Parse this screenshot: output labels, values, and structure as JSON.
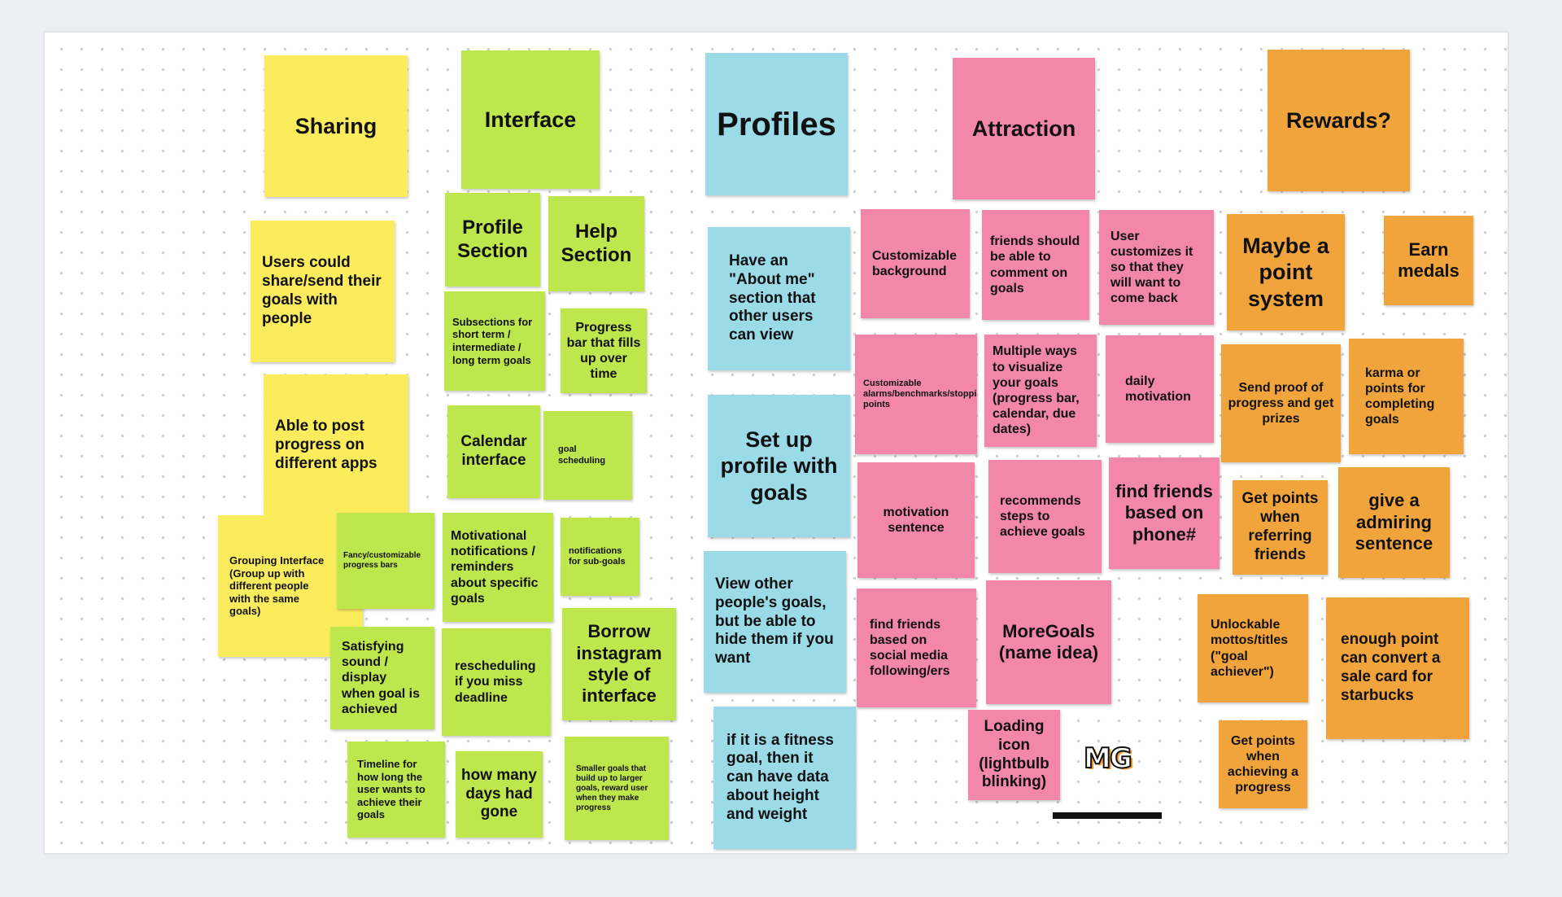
{
  "board": {
    "columns": {
      "sharing": {
        "header": "Sharing",
        "notes": [
          "Users could share/send their goals with people",
          "Able to post progress on different apps",
          "Grouping Interface (Group up with different people with the same goals)"
        ]
      },
      "interface": {
        "header": "Interface",
        "notes": [
          "Profile Section",
          "Help Section",
          "Subsections for short term / intermediate / long term goals",
          "Progress bar that fills up over time",
          "Calendar interface",
          "goal scheduling",
          "Fancy/customizable progress bars",
          "Motivational notifications / reminders about specific goals",
          "notifications for sub-goals",
          "Satisfying sound / display when goal is achieved",
          "rescheduling if you miss deadline",
          "Borrow instagram style of interface",
          "Timeline for how long the user wants to achieve their goals",
          "how many days had gone",
          "Smaller goals that build up to larger goals, reward user when they make progress"
        ]
      },
      "profiles": {
        "header": "Profiles",
        "notes": [
          "Have an \"About me\" section that other users can view",
          "Set up profile with goals",
          "View other people's goals, but be able to hide them if you want",
          "if it is a fitness goal, then it can have data about height and weight"
        ]
      },
      "attraction": {
        "header": "Attraction",
        "notes": [
          "Customizable background",
          "friends should be able to comment on goals",
          "User customizes it so that they will want to come back",
          "Customizable alarms/benchmarks/stopping points",
          "Multiple ways to visualize your goals (progress bar, calendar, due dates)",
          "daily motivation",
          "motivation sentence",
          "recommends steps to achieve goals",
          "find friends based on phone#",
          "find friends based on social media following/ers",
          "MoreGoals (name idea)",
          "Loading icon (lightbulb blinking)"
        ]
      },
      "rewards": {
        "header": "Rewards?",
        "notes": [
          "Maybe a point system",
          "Earn medals",
          "Send proof of progress and get prizes",
          "karma or points for completing goals",
          "Get points when referring friends",
          "give a admiring sentence",
          "Unlockable mottos/titles (\"goal achiever\")",
          "enough point can convert a sale card for starbucks",
          "Get points when achieving a progress"
        ]
      }
    },
    "logo": "MG",
    "colors": {
      "yellow": "#fbec5d",
      "green": "#bde74c",
      "blue": "#9bdbe8",
      "pink": "#f287aa",
      "orange": "#f1a43c"
    }
  }
}
